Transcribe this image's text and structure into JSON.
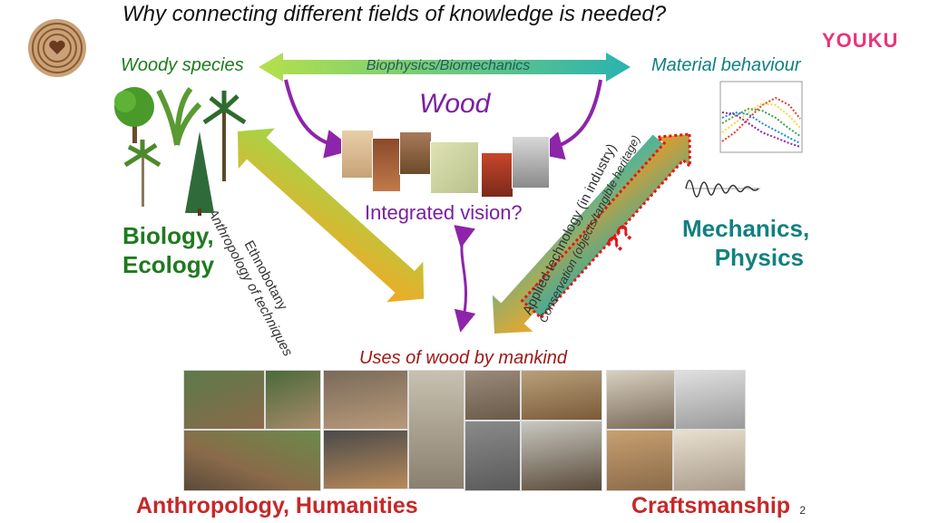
{
  "title": "Why connecting different fields of knowledge is needed?",
  "brand": "YOUKU",
  "nodes": {
    "woody_species": "Woody species",
    "material_behaviour": "Material behaviour",
    "wood": "Wood",
    "integrated_vision": "Integrated vision?",
    "biology_line1": "Biology,",
    "biology_line2": "Ecology",
    "mechanics_line1": "Mechanics,",
    "mechanics_line2": "Physics",
    "uses_of_wood": "Uses of wood by mankind",
    "anthropology": "Anthropology, Humanities",
    "craftsmanship": "Craftsmanship"
  },
  "arrows": {
    "top": "Biophysics/Biomechanics",
    "left_line1": "Ethnobotany",
    "left_line2": "Anthropology of techniques",
    "right_line1": "Applied technology (in industry)",
    "right_line2": "Conservation (objects/tangible heritage)",
    "question": "??"
  },
  "page_number": "2",
  "colors": {
    "green": "#1f7a1f",
    "teal": "#128080",
    "purple": "#7b1fa2",
    "darkred": "#a01818",
    "brand": "#e8347a"
  }
}
